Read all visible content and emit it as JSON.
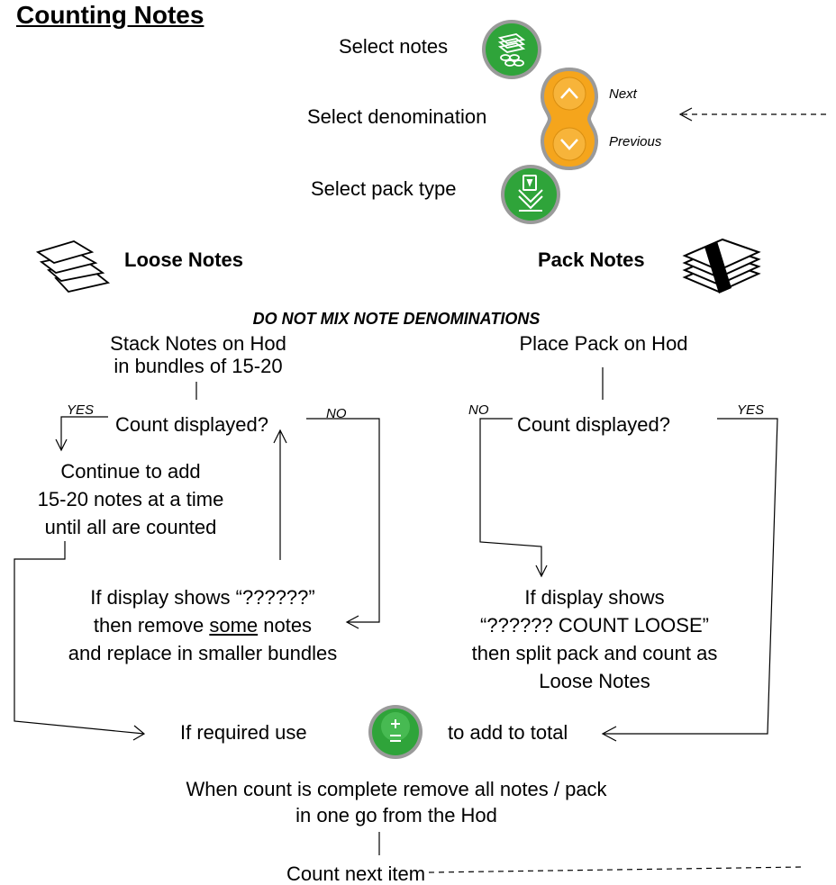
{
  "title": "Counting Notes",
  "steps": {
    "select_notes": "Select notes",
    "select_denomination": "Select denomination",
    "next": "Next",
    "previous": "Previous",
    "select_pack_type": "Select pack type"
  },
  "loose": {
    "heading": "Loose Notes",
    "stack_line1": "Stack Notes on Hod",
    "stack_line2": "in bundles of 15-20",
    "count_q": "Count displayed?",
    "yes": "YES",
    "no": "NO",
    "cont_line1": "Continue to add",
    "cont_line2": "15-20 notes at a time",
    "cont_line3": "until all are counted",
    "if_line1": "If display shows “??????”",
    "if_line2a": "then remove ",
    "if_line2b": "some",
    "if_line2c": " notes",
    "if_line3": "and replace in smaller bundles"
  },
  "pack": {
    "heading": "Pack Notes",
    "place": "Place Pack on Hod",
    "count_q": "Count displayed?",
    "yes": "YES",
    "no": "NO",
    "if_line1": "If display shows",
    "if_line2": "“?????? COUNT LOOSE”",
    "if_line3": "then split pack and count as",
    "if_line4": "Loose Notes"
  },
  "warning": "DO NOT MIX NOTE DENOMINATIONS",
  "total": {
    "left": "If required use",
    "right": "to add to total"
  },
  "complete_line1": "When count is complete remove all notes / pack",
  "complete_line2": "in one go from the Hod",
  "next_item": "Count next item",
  "colors": {
    "green": "#2fa43a",
    "orange": "#f5a51c",
    "rim": "#8c8c8c"
  },
  "icons": [
    "notes-stack-icon",
    "up-chevron-icon",
    "down-chevron-icon",
    "pack-download-icon",
    "loose-notes-icon",
    "pack-notes-icon",
    "plus-equals-icon"
  ]
}
